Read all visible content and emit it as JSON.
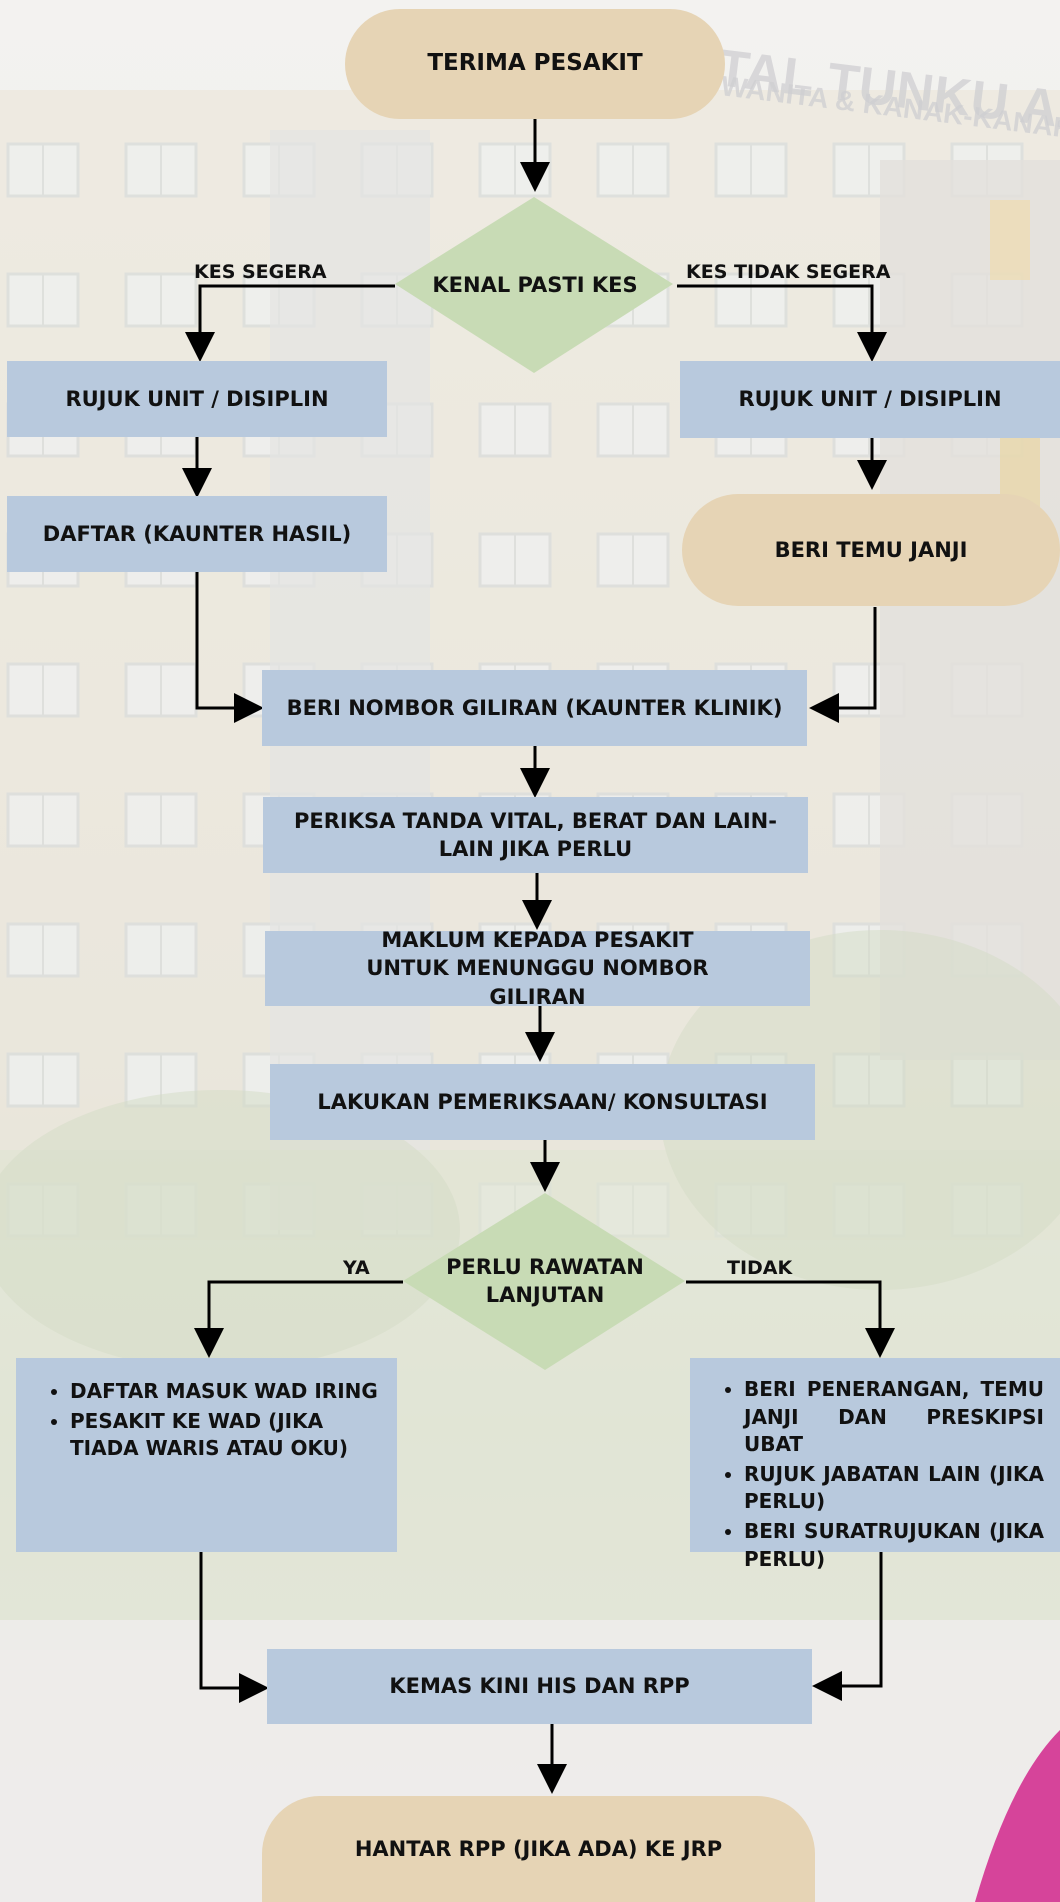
{
  "background": {
    "sign_line1": "HOSPITAL TUNKU AZIZAH",
    "sign_line2": "WANITA & KANAK-KANAK"
  },
  "nodes": {
    "start": "TERIMA PESAKIT",
    "identify": "KENAL PASTI KES",
    "refer_left": "RUJUK UNIT / DISIPLIN",
    "refer_right": "RUJUK UNIT / DISIPLIN",
    "register": "DAFTAR (KAUNTER HASIL)",
    "appointment": "BERI TEMU JANJI",
    "queue_number": "BERI NOMBOR GILIRAN (KAUNTER KLINIK)",
    "vitals": "PERIKSA TANDA VITAL, BERAT DAN LAIN-LAIN JIKA PERLU",
    "inform_wait": "MAKLUM KEPADA PESAKIT UNTUK MENUNGGU NOMBOR GILIRAN",
    "consult": "LAKUKAN PEMERIKSAAN/ KONSULTASI",
    "further_care": "PERLU RAWATAN LANJUTAN",
    "update": "KEMAS KINI HIS DAN RPP",
    "send": "HANTAR RPP (JIKA ADA) KE JRP"
  },
  "labels": {
    "urgent": "KES SEGERA",
    "not_urgent": "KES TIDAK SEGERA",
    "yes": "YA",
    "no": "TIDAK"
  },
  "ward_list": [
    "DAFTAR MASUK WAD IRING",
    " PESAKIT KE WAD (JIKA TIADA WARIS ATAU OKU)"
  ],
  "explain_list": [
    "BERI PENERANGAN, TEMU JANJI DAN PRESKIPSI UBAT",
    " RUJUK JABATAN LAIN (JIKA PERLU)",
    "BERI SURATRUJUKAN (JIKA PERLU)"
  ],
  "colors": {
    "box": "#b8c9dd",
    "pill": "#e6d4b5",
    "diamond": "#c8dbb5",
    "accent": "#d6449a"
  }
}
